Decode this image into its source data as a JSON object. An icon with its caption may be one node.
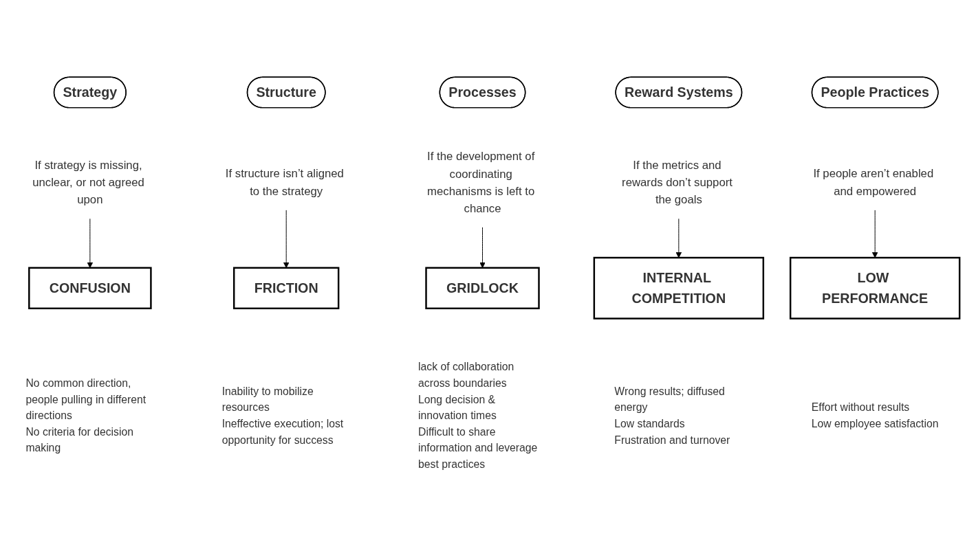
{
  "diagram": {
    "nodes": [
      {
        "text": [
          "Strategy"
        ]
      },
      {
        "text": [
          "Structure"
        ]
      },
      {
        "text": [
          "Processes"
        ]
      },
      {
        "text": [
          "Reward Systems"
        ]
      },
      {
        "text": [
          "People Practices"
        ]
      },
      {
        "text": [
          "If strategy is missing, unclear, or not agreed upon"
        ]
      },
      {
        "text": [
          "If structure isn’t aligned to the strategy"
        ]
      },
      {
        "text": [
          "If the development of coordinating mechanisms is left to chance"
        ]
      },
      {
        "text": [
          "If the metrics and rewards don’t support the goals"
        ]
      },
      {
        "text": [
          "If people aren’t enabled and empowered"
        ]
      },
      {
        "text": [
          "CONFUSION"
        ]
      },
      {
        "text": [
          "FRICTION"
        ]
      },
      {
        "text": [
          "GRIDLOCK"
        ]
      },
      {
        "text": [
          "INTERNAL COMPETITION"
        ]
      },
      {
        "text": [
          "LOW PERFORMANCE"
        ]
      },
      {
        "text": [
          "No common direction, people pulling in different directions",
          "No criteria for decision making"
        ]
      },
      {
        "text": [
          "Inability to mobilize resources",
          "Ineffective execution; lost opportunity for success"
        ]
      },
      {
        "text": [
          "lack of collaboration across boundaries",
          "Long decision & innovation times",
          "Difficult to share information and leverage best practices"
        ]
      },
      {
        "text": [
          "Wrong results; diffused energy",
          "Low standards",
          "Frustration and turnover"
        ]
      },
      {
        "text": [
          "Effort without results",
          "Low employee satisfaction"
        ]
      }
    ],
    "edges": [
      {
        "from": 5,
        "to": 10,
        "arrow": "to"
      },
      {
        "from": 6,
        "to": 11,
        "arrow": "to"
      },
      {
        "from": 7,
        "to": 12,
        "arrow": "to"
      },
      {
        "from": 8,
        "to": 13,
        "arrow": "to"
      },
      {
        "from": 9,
        "to": 14,
        "arrow": "to"
      }
    ]
  }
}
